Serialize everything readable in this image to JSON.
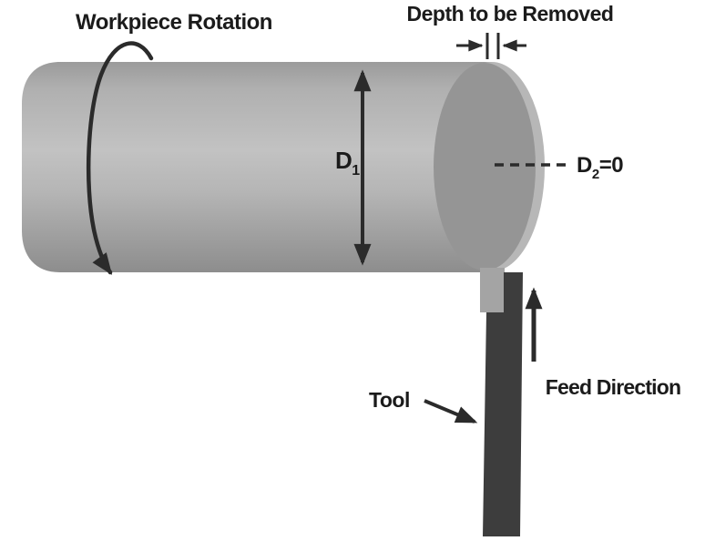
{
  "diagram": {
    "description": "Lathe facing operation schematic",
    "labels": {
      "workpiece_rotation": "Workpiece Rotation",
      "depth_to_be_removed": "Depth to be Removed",
      "tool": "Tool",
      "feed_direction": "Feed Direction"
    },
    "dimensions": {
      "d1": {
        "symbol": "D",
        "subscript": "1"
      },
      "d2": {
        "symbol": "D",
        "subscript": "2",
        "value": "=0"
      }
    },
    "colors": {
      "background": "#ffffff",
      "line": "#2b2b2b",
      "text": "#1b1b1b",
      "body_top": "#9b9b9b",
      "body_upper": "#b0b0b0",
      "body_highlight": "#c2c2c2",
      "body_lower": "#b5b5b5",
      "body_bottom": "#8d8d8d",
      "end_rim": "#b7b7b7",
      "end_face": "#959595",
      "tool_body": "#3d3d3d",
      "tool_insert": "#a4a4a4"
    }
  }
}
